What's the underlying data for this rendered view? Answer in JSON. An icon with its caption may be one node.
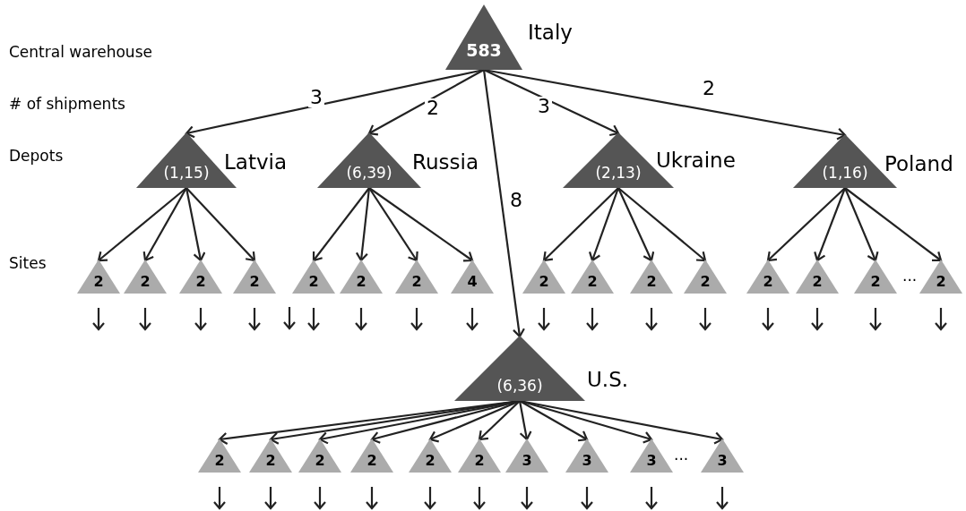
{
  "diagram": {
    "nodes": [
      {
        "text": [
          "583"
        ],
        "beside": [
          "Italy"
        ]
      },
      {
        "text": [
          "(1,15)"
        ],
        "beside": [
          "Latvia"
        ]
      },
      {
        "text": [
          "(6,39)"
        ],
        "beside": [
          "Russia"
        ]
      },
      {
        "text": [
          "(2,13)"
        ],
        "beside": [
          "Ukraine"
        ]
      },
      {
        "text": [
          "(1,16)"
        ],
        "beside": [
          "Poland"
        ]
      },
      {
        "text": [
          "2"
        ]
      },
      {
        "text": [
          "2"
        ]
      },
      {
        "text": [
          "2"
        ]
      },
      {
        "text": [
          "2"
        ]
      },
      {
        "text": [
          "2"
        ]
      },
      {
        "text": [
          "2"
        ]
      },
      {
        "text": [
          "2"
        ]
      },
      {
        "text": [
          "4"
        ]
      },
      {
        "text": [
          "2"
        ]
      },
      {
        "text": [
          "2"
        ]
      },
      {
        "text": [
          "2"
        ]
      },
      {
        "text": [
          "2"
        ]
      },
      {
        "text": [
          "2"
        ]
      },
      {
        "text": [
          "2"
        ]
      },
      {
        "text": [
          "2"
        ]
      },
      {
        "text": [
          "2"
        ]
      },
      {
        "text": [
          "(6,36)"
        ],
        "beside": [
          "U.S."
        ]
      },
      {
        "text": [
          "2"
        ]
      },
      {
        "text": [
          "2"
        ]
      },
      {
        "text": [
          "2"
        ]
      },
      {
        "text": [
          "2"
        ]
      },
      {
        "text": [
          "2"
        ]
      },
      {
        "text": [
          "2"
        ]
      },
      {
        "text": [
          "3"
        ]
      },
      {
        "text": [
          "3"
        ]
      },
      {
        "text": [
          "3"
        ]
      },
      {
        "text": [
          "3"
        ]
      }
    ],
    "edges": [
      {
        "from": 0,
        "to": 1,
        "arrow": "to",
        "label": "3"
      },
      {
        "from": 0,
        "to": 2,
        "arrow": "to",
        "label": "2"
      },
      {
        "from": 0,
        "to": 21,
        "arrow": "to",
        "label": "8"
      },
      {
        "from": 0,
        "to": 3,
        "arrow": "to",
        "label": "3"
      },
      {
        "from": 0,
        "to": 4,
        "arrow": "to",
        "label": "2"
      },
      {
        "from": 1,
        "to": 5,
        "arrow": "to"
      },
      {
        "from": 1,
        "to": 6,
        "arrow": "to"
      },
      {
        "from": 1,
        "to": 7,
        "arrow": "to"
      },
      {
        "from": 1,
        "to": 8,
        "arrow": "to"
      },
      {
        "from": 2,
        "to": 9,
        "arrow": "to"
      },
      {
        "from": 2,
        "to": 10,
        "arrow": "to"
      },
      {
        "from": 2,
        "to": 11,
        "arrow": "to"
      },
      {
        "from": 2,
        "to": 12,
        "arrow": "to"
      },
      {
        "from": 3,
        "to": 13,
        "arrow": "to"
      },
      {
        "from": 3,
        "to": 14,
        "arrow": "to"
      },
      {
        "from": 3,
        "to": 15,
        "arrow": "to"
      },
      {
        "from": 3,
        "to": 16,
        "arrow": "to"
      },
      {
        "from": 4,
        "to": 17,
        "arrow": "to"
      },
      {
        "from": 4,
        "to": 18,
        "arrow": "to"
      },
      {
        "from": 4,
        "to": 19,
        "arrow": "to"
      },
      {
        "from": 4,
        "to": 20,
        "arrow": "to"
      },
      {
        "from": 21,
        "to": 22,
        "arrow": "to"
      },
      {
        "from": 21,
        "to": 23,
        "arrow": "to"
      },
      {
        "from": 21,
        "to": 24,
        "arrow": "to"
      },
      {
        "from": 21,
        "to": 25,
        "arrow": "to"
      },
      {
        "from": 21,
        "to": 26,
        "arrow": "to"
      },
      {
        "from": 21,
        "to": 27,
        "arrow": "to"
      },
      {
        "from": 21,
        "to": 28,
        "arrow": "to"
      },
      {
        "from": 21,
        "to": 29,
        "arrow": "to"
      },
      {
        "from": 21,
        "to": 30,
        "arrow": "to"
      },
      {
        "from": 21,
        "to": 31,
        "arrow": "to"
      }
    ],
    "labels": [
      "Central warehouse",
      "# of shipments",
      "Depots",
      "Sites",
      "...",
      "..."
    ]
  }
}
